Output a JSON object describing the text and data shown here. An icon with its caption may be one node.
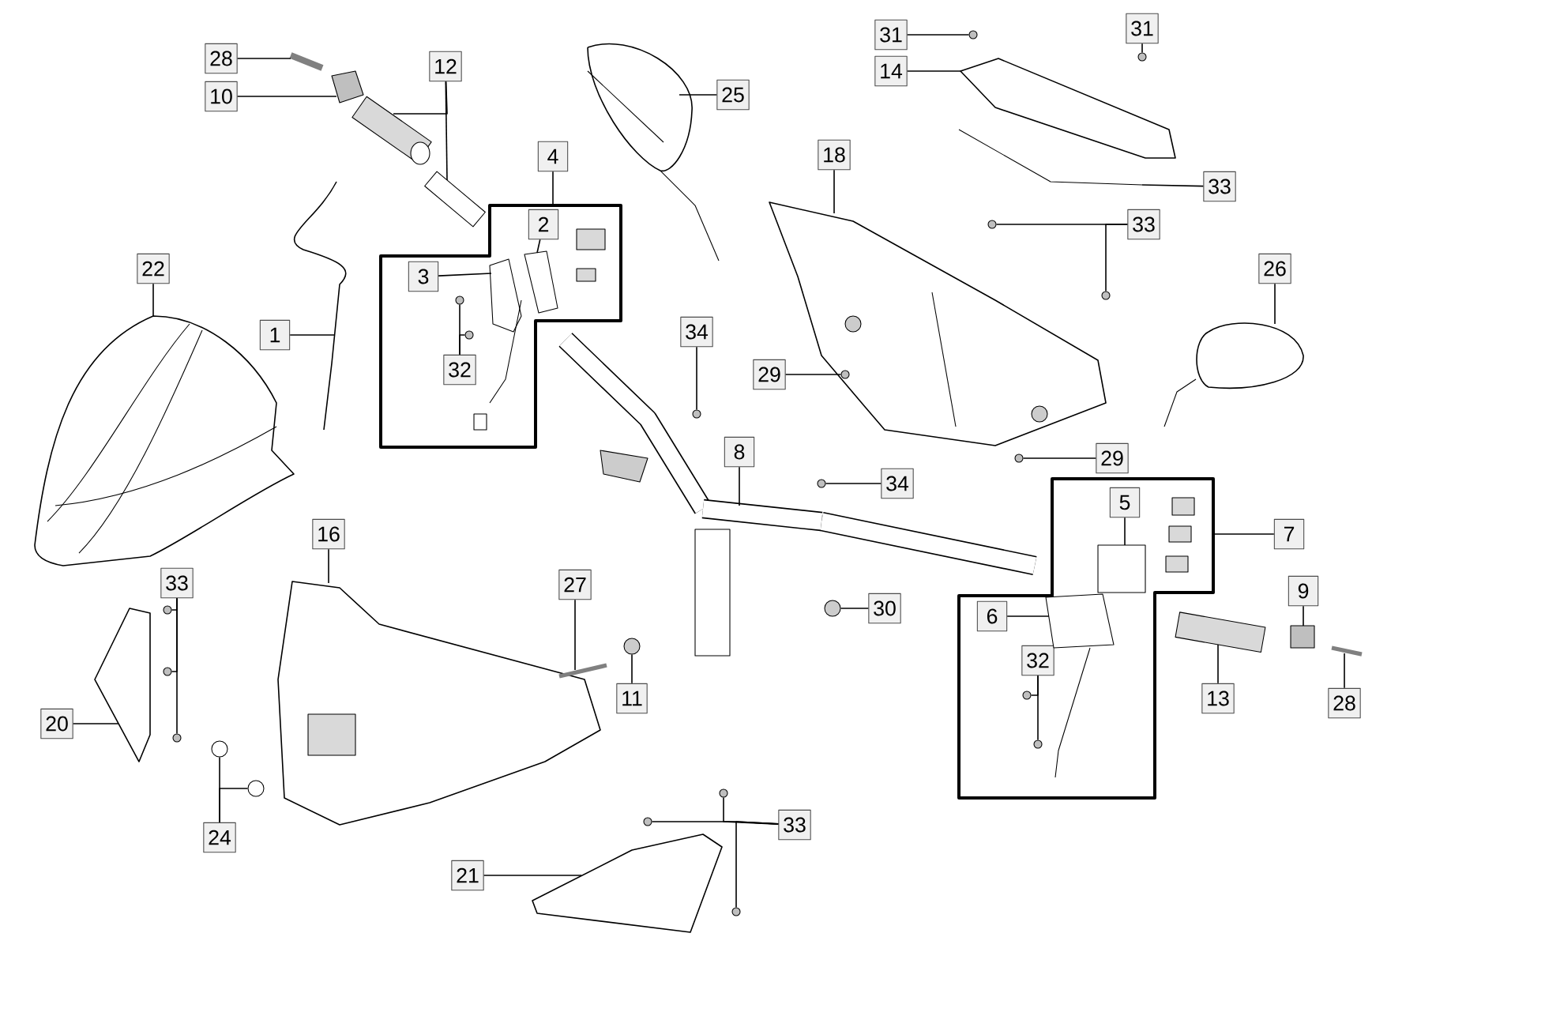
{
  "diagram": {
    "nodes": [
      {
        "text": [
          "28"
        ]
      },
      {
        "text": [
          "10"
        ]
      },
      {
        "text": [
          "12"
        ]
      },
      {
        "text": [
          "25"
        ]
      },
      {
        "text": [
          "4"
        ]
      },
      {
        "text": [],
        "shape": "box"
      },
      {
        "text": [
          "2"
        ],
        "in": 5
      },
      {
        "text": [
          "3"
        ],
        "in": 5
      },
      {
        "text": [
          "32"
        ],
        "in": 5
      },
      {
        "text": [
          "1"
        ]
      },
      {
        "text": [
          "22"
        ]
      },
      {
        "text": [
          "34"
        ]
      },
      {
        "text": [
          "8"
        ]
      },
      {
        "text": [
          "31"
        ]
      },
      {
        "text": [
          "14"
        ]
      },
      {
        "text": [
          "31"
        ]
      },
      {
        "text": [
          "18"
        ]
      },
      {
        "text": [
          "33"
        ]
      },
      {
        "text": [
          "33"
        ]
      },
      {
        "text": [
          "26"
        ]
      },
      {
        "text": [
          "29"
        ]
      },
      {
        "text": [
          "29"
        ]
      },
      {
        "text": [
          "34"
        ]
      },
      {
        "text": [],
        "shape": "box"
      },
      {
        "text": [
          "5"
        ],
        "in": 23
      },
      {
        "text": [
          "7"
        ]
      },
      {
        "text": [
          "9"
        ]
      },
      {
        "text": [
          "30"
        ]
      },
      {
        "text": [
          "6"
        ],
        "in": 23
      },
      {
        "text": [
          "13"
        ]
      },
      {
        "text": [
          "28"
        ]
      },
      {
        "text": [
          "32"
        ],
        "in": 23
      },
      {
        "text": [
          "16"
        ]
      },
      {
        "text": [
          "27"
        ]
      },
      {
        "text": [
          "11"
        ]
      },
      {
        "text": [
          "33"
        ]
      },
      {
        "text": [
          "20"
        ]
      },
      {
        "text": [
          "24"
        ]
      },
      {
        "text": [
          "21"
        ]
      },
      {
        "text": [
          "33"
        ]
      },
      {
        "text": [],
        "shape": "picture"
      },
      {
        "text": [],
        "shape": "picture"
      },
      {
        "text": [],
        "shape": "picture"
      },
      {
        "text": [],
        "shape": "picture"
      },
      {
        "text": [],
        "shape": "picture"
      },
      {
        "text": [],
        "shape": "picture",
        "in": 5
      },
      {
        "text": [],
        "shape": "picture",
        "in": 5
      },
      {
        "text": [],
        "shape": "circle",
        "in": 5
      },
      {
        "text": [],
        "shape": "circle",
        "in": 5
      },
      {
        "text": [],
        "shape": "picture"
      },
      {
        "text": [],
        "shape": "picture"
      },
      {
        "text": [],
        "shape": "circle"
      },
      {
        "text": [],
        "shape": "picture"
      },
      {
        "text": [],
        "shape": "circle"
      },
      {
        "text": [],
        "shape": "picture"
      },
      {
        "text": [],
        "shape": "circle"
      },
      {
        "text": [],
        "shape": "picture"
      },
      {
        "text": [],
        "shape": "picture"
      },
      {
        "text": [],
        "shape": "circle"
      },
      {
        "text": [],
        "shape": "circle"
      },
      {
        "text": [],
        "shape": "picture"
      },
      {
        "text": [],
        "shape": "circle",
        "in": 56
      },
      {
        "text": [],
        "shape": "circle"
      },
      {
        "text": [],
        "shape": "circle"
      },
      {
        "text": [],
        "shape": "box",
        "in": 23
      },
      {
        "text": [],
        "shape": "circle"
      },
      {
        "text": [],
        "shape": "picture",
        "in": 23
      },
      {
        "text": [],
        "shape": "picture"
      },
      {
        "text": [],
        "shape": "box"
      },
      {
        "text": [],
        "shape": "picture"
      },
      {
        "text": [],
        "shape": "circle",
        "in": 23
      },
      {
        "text": [],
        "shape": "circle",
        "in": 23
      },
      {
        "text": [],
        "shape": "picture"
      },
      {
        "text": [],
        "shape": "picture"
      },
      {
        "text": [],
        "shape": "circle"
      },
      {
        "text": [],
        "shape": "circle"
      },
      {
        "text": [],
        "shape": "circle"
      },
      {
        "text": [],
        "shape": "circle"
      },
      {
        "text": [],
        "shape": "picture"
      },
      {
        "text": [],
        "shape": "circle"
      },
      {
        "text": [],
        "shape": "circle"
      },
      {
        "text": [],
        "shape": "picture"
      },
      {
        "text": [],
        "shape": "circle"
      },
      {
        "text": [],
        "shape": "circle"
      },
      {
        "text": [],
        "shape": "circle"
      }
    ],
    "edges": [
      {
        "from": 0,
        "to": 40,
        "arrow": "none"
      },
      {
        "from": 1,
        "to": 41,
        "arrow": "none"
      },
      {
        "from": 2,
        "to": 42,
        "arrow": "none"
      },
      {
        "from": 2,
        "to": 43,
        "arrow": "none"
      },
      {
        "from": 3,
        "to": 44,
        "arrow": "none"
      },
      {
        "from": 4,
        "to": 5,
        "arrow": "none"
      },
      {
        "from": 6,
        "to": 46,
        "arrow": "none"
      },
      {
        "from": 7,
        "to": 45,
        "arrow": "none"
      },
      {
        "from": 8,
        "to": 48,
        "arrow": "none"
      },
      {
        "from": 8,
        "to": 47,
        "arrow": "none"
      },
      {
        "from": 9,
        "to": 49,
        "arrow": "none"
      },
      {
        "from": 10,
        "to": 50,
        "arrow": "none"
      },
      {
        "from": 11,
        "to": 51,
        "arrow": "none"
      },
      {
        "from": 12,
        "to": 52,
        "arrow": "none"
      },
      {
        "from": 13,
        "to": 53,
        "arrow": "none"
      },
      {
        "from": 14,
        "to": 54,
        "arrow": "none"
      },
      {
        "from": 15,
        "to": 55,
        "arrow": "none"
      },
      {
        "from": 16,
        "to": 56,
        "arrow": "none"
      },
      {
        "from": 17,
        "to": 57,
        "arrow": "none"
      },
      {
        "from": 18,
        "to": 58,
        "arrow": "none"
      },
      {
        "from": 18,
        "to": 59,
        "arrow": "none"
      },
      {
        "from": 19,
        "to": 60,
        "arrow": "none"
      },
      {
        "from": 20,
        "to": 61,
        "arrow": "none"
      },
      {
        "from": 21,
        "to": 62,
        "arrow": "none"
      },
      {
        "from": 22,
        "to": 63,
        "arrow": "none"
      },
      {
        "from": 24,
        "to": 64,
        "arrow": "none"
      },
      {
        "from": 25,
        "to": 23,
        "arrow": "none"
      },
      {
        "from": 26,
        "to": 68,
        "arrow": "none"
      },
      {
        "from": 27,
        "to": 65,
        "arrow": "none"
      },
      {
        "from": 28,
        "to": 66,
        "arrow": "none"
      },
      {
        "from": 29,
        "to": 67,
        "arrow": "none"
      },
      {
        "from": 30,
        "to": 69,
        "arrow": "none"
      },
      {
        "from": 31,
        "to": 70,
        "arrow": "none"
      },
      {
        "from": 31,
        "to": 71,
        "arrow": "none"
      },
      {
        "from": 32,
        "to": 72,
        "arrow": "none"
      },
      {
        "from": 33,
        "to": 73,
        "arrow": "none"
      },
      {
        "from": 34,
        "to": 74,
        "arrow": "none"
      },
      {
        "from": 35,
        "to": 75,
        "arrow": "none"
      },
      {
        "from": 35,
        "to": 76,
        "arrow": "none"
      },
      {
        "from": 35,
        "to": 77,
        "arrow": "none"
      },
      {
        "from": 36,
        "to": 78,
        "arrow": "none"
      },
      {
        "from": 37,
        "to": 79,
        "arrow": "none"
      },
      {
        "from": 37,
        "to": 80,
        "arrow": "none"
      },
      {
        "from": 38,
        "to": 81,
        "arrow": "none"
      },
      {
        "from": 39,
        "to": 82,
        "arrow": "none"
      },
      {
        "from": 39,
        "to": 83,
        "arrow": "none"
      },
      {
        "from": 39,
        "to": 84,
        "arrow": "none"
      }
    ]
  }
}
